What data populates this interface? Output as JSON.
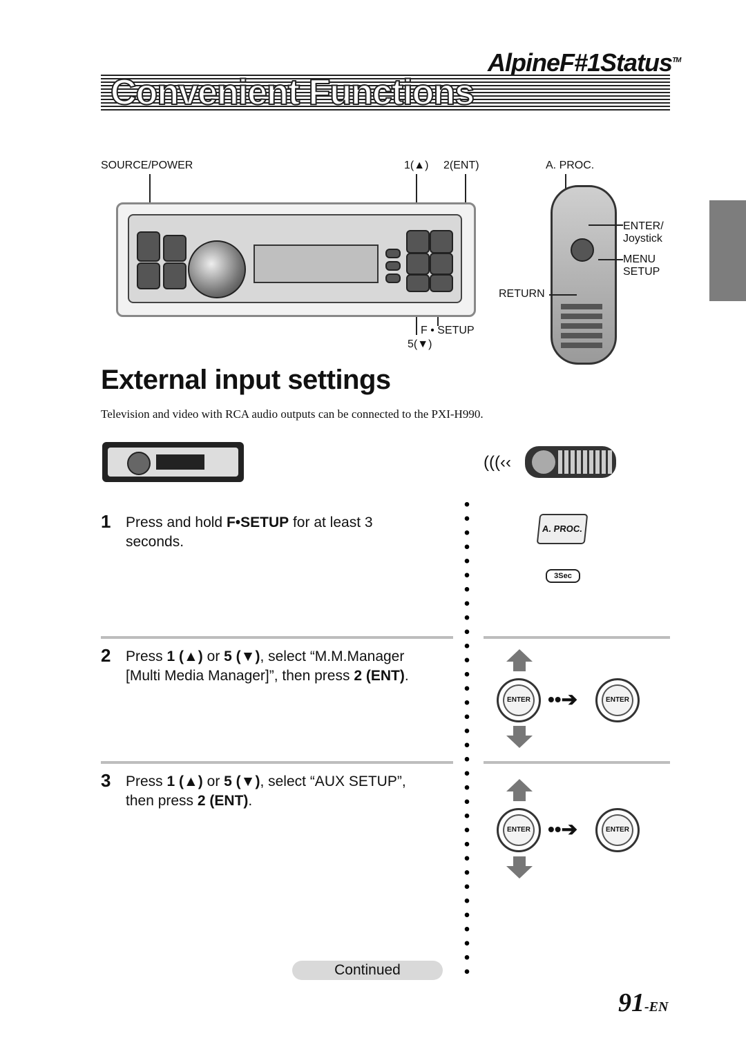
{
  "header": {
    "brand": "AlpineF#1Status",
    "brand_tm": "TM",
    "title": "Convenient Functions"
  },
  "figure_labels": {
    "source_power": "SOURCE/POWER",
    "btn1_up": "1(▲)",
    "btn2_ent": "2(ENT)",
    "a_proc": "A. PROC.",
    "enter_joystick_1": "ENTER/",
    "enter_joystick_2": "Joystick",
    "menu_setup_1": "MENU",
    "menu_setup_2": "SETUP",
    "return": "RETURN",
    "f_setup": "F • SETUP",
    "btn5_down": "5(▼)"
  },
  "section": {
    "heading": "External input settings",
    "intro": "Television and video with RCA audio outputs can be connected to the PXI-H990."
  },
  "steps": [
    {
      "num": "1",
      "pre": "Press and hold ",
      "bold": "F•SETUP",
      "post": " for at least 3",
      "line2": "seconds."
    },
    {
      "num": "2",
      "line1_a": "Press ",
      "b1": "1 (▲)",
      "mid": " or ",
      "b2": "5 (▼)",
      "line1_b": ", select “M.M.Manager",
      "line2_a": "[Multi Media Manager]”, then press ",
      "b3": "2 (ENT)",
      "line2_b": "."
    },
    {
      "num": "3",
      "line1_a": "Press ",
      "b1": "1 (▲)",
      "mid": " or ",
      "b2": "5 (▼)",
      "line1_b": ", select “AUX SETUP”,",
      "line2_a": "then press ",
      "b3": "2 (ENT)",
      "line2_b": "."
    }
  ],
  "remote_icons": {
    "aproc_key": "A. PROC.",
    "three_sec": "3Sec",
    "enter_label": "ENTER",
    "signal_waves": "(((‹‹"
  },
  "footer": {
    "continued": "Continued",
    "page_number": "91",
    "page_suffix": "-EN"
  },
  "icons": [
    "head-unit-icon",
    "remote-control-icon",
    "up-arrow-icon",
    "down-arrow-icon",
    "enter-button-icon",
    "dots-arrow-icon",
    "signal-icon"
  ]
}
